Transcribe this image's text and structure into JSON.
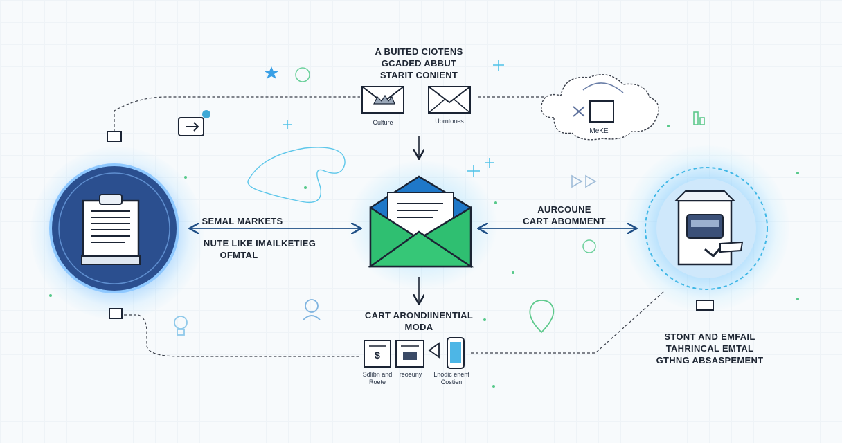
{
  "top_block": {
    "heading_lines": [
      "A BUITED CIOTENS",
      "GCADED ABBUT",
      "STARIT CONIENT"
    ],
    "left_icon_caption": "Culture",
    "right_icon_caption": "Uorntones"
  },
  "cloud": {
    "caption": "MeKE"
  },
  "left_connector": {
    "lines": [
      "SEMAL MARKETS",
      "NUTE LIKE IMAILKETIEG",
      "OFMTAL"
    ]
  },
  "right_connector": {
    "lines": [
      "AURCOUNE",
      "CART ABOMMENT"
    ]
  },
  "bottom_block": {
    "heading_lines": [
      "CART ARONDIINENTIAL",
      "MODA"
    ],
    "captions": [
      "Sdlibn and\nRoete",
      "reoeuny",
      "Lnodic enent\nCostien"
    ]
  },
  "right_bottom": {
    "lines": [
      "STONT AND EMFAIL",
      "TAHRINCAL EMTAL",
      "GTHNG ABSASPEMENT"
    ]
  },
  "colors": {
    "navy": "#2b4f8f",
    "envelope_green": "#2fbf71",
    "envelope_blue": "#1f78c8",
    "dark_line": "#1b2434",
    "accent_teal": "#3fa9d6"
  }
}
